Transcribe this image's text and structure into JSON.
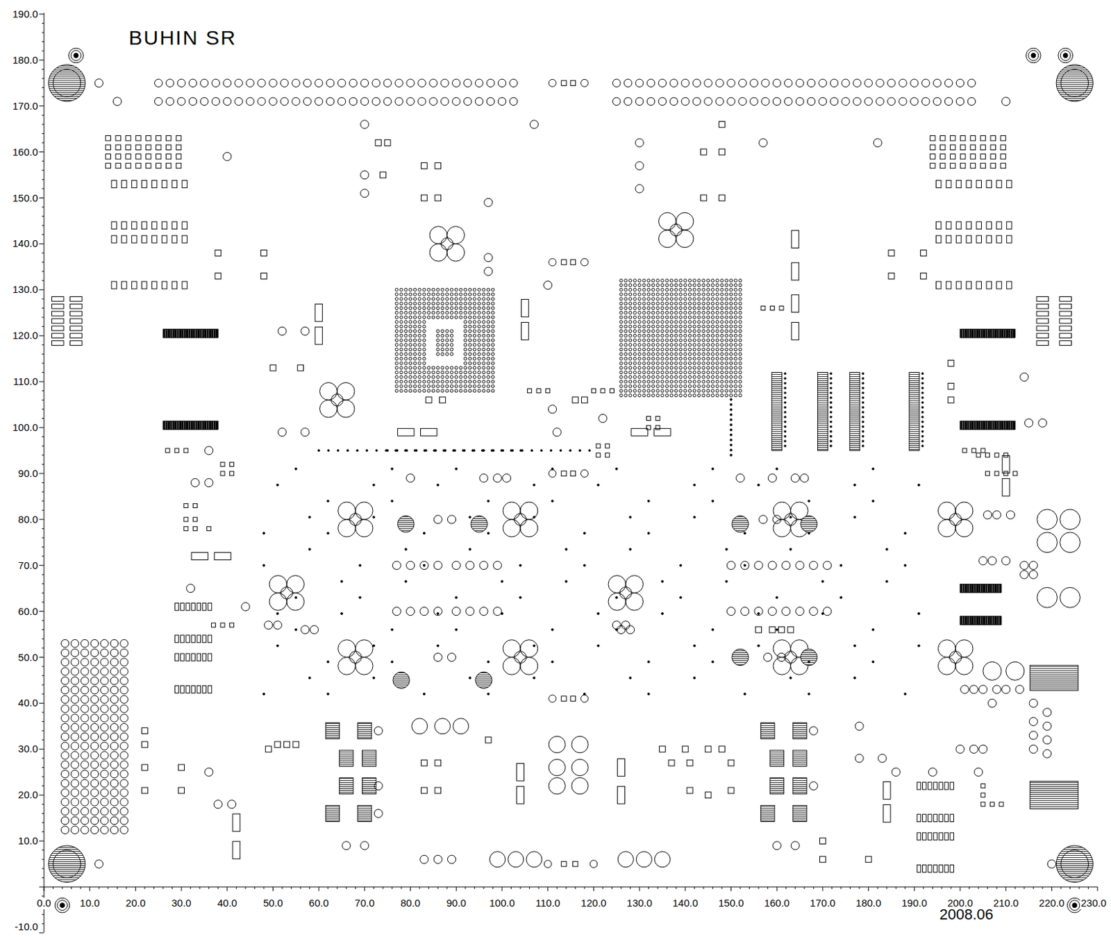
{
  "diagram": {
    "labels": [
      "BUHIN SR",
      "190.0",
      "180.0",
      "170.0",
      "160.0",
      "150.0",
      "140.0",
      "130.0",
      "120.0",
      "110.0",
      "100.0",
      "90.0",
      "80.0",
      "70.0",
      "60.0",
      "50.0",
      "40.0",
      "30.0",
      "20.0",
      "10.0",
      "-10.0",
      "0.0",
      "10.0",
      "20.0",
      "30.0",
      "40.0",
      "50.0",
      "60.0",
      "70.0",
      "80.0",
      "90.0",
      "100.0",
      "110.0",
      "120.0",
      "130.0",
      "140.0",
      "150.0",
      "160.0",
      "170.0",
      "180.0",
      "190.0",
      "200.0",
      "210.0",
      "220.0",
      "230.0",
      "2008.06"
    ]
  }
}
